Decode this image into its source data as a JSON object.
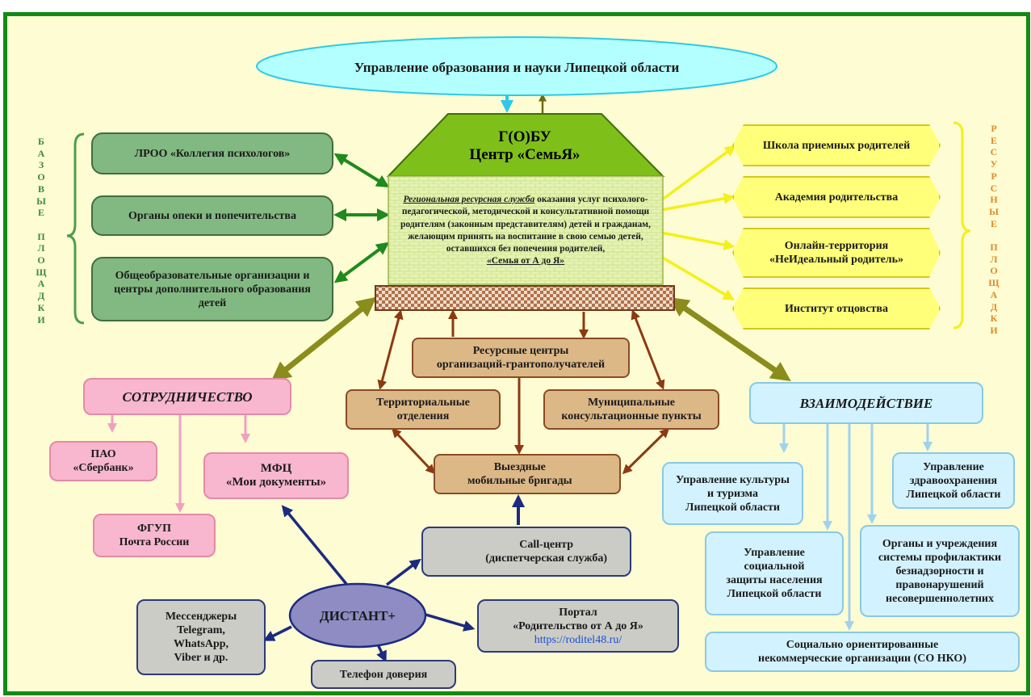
{
  "header": {
    "title": "Управление образования и науки Липецкой области"
  },
  "center": {
    "roof_title": "Г(О)БУ\nЦентр «СемьЯ»",
    "wall_underlined": "Региональная ресурсная служба",
    "wall_text": " оказания услуг психолого-педагогической, методической и консультативной помощи родителям (законным представителям) детей и гражданам, желающим принять на воспитание в свою семью детей, оставшихся без попечения родителей,",
    "wall_name": "«Семья от А до Я»"
  },
  "left_label": "Б\nА\nЗ\nО\nВ\nЫ\nЕ\n \nП\nЛ\nО\nЩ\nА\nД\nК\nИ",
  "right_label": "Р\nЕ\nС\nУ\nР\nС\nН\nЫ\nЕ\n \nП\nЛ\nО\nЩ\nА\nД\nК\nИ",
  "left_boxes": [
    "ЛРОО «Коллегия психологов»",
    "Органы опеки и попечительства",
    "Общеобразовательные организации и\nцентры дополнительного образования\nдетей"
  ],
  "right_boxes": [
    "Школа приемных родителей",
    "Академия родительства",
    "Онлайн-территория\n«НеИдеальный родитель»",
    "Институт отцовства"
  ],
  "middle": {
    "resource": "Ресурсные центры\nорганизаций-грантополучателей",
    "territorial": "Территориальные\nотделения",
    "municipal": "Муниципальные\nконсультационные пункты",
    "mobile": "Выездные\nмобильные бригады"
  },
  "cooperation": {
    "title": "СОТРУДНИЧЕСТВО",
    "sberbank": "ПАО\n«Сбербанк»",
    "mfc": "МФЦ\n«Мои документы»",
    "post": "ФГУП\nПочта России"
  },
  "interaction": {
    "title": "ВЗАИМОДЕЙСТВИЕ",
    "culture": "Управление культуры\nи туризма\nЛипецкой области",
    "health": "Управление\nздравоохранения\nЛипецкой области",
    "social": "Управление\nсоциальной\nзащиты населения\nЛипецкой области",
    "prevention": "Органы и учреждения\nсистемы профилактики\nбезнадзорности и\nправонарушений\nнесовершеннолетних",
    "nko": "Социально ориентированные\nнекоммерческие организации (СО НКО)"
  },
  "distant": {
    "title": "ДИСТАНТ+",
    "callcenter": "Call-центр\n(диспетчерская служба)",
    "messengers": "Мессенджеры\nTelegram,\nWhatsApp,\nViber и др.",
    "portal": "Портал\n«Родительство от А до Я»",
    "portal_link": "https://roditel48.ru/",
    "hotline": "Телефон доверия"
  },
  "colors": {
    "frame": "#138a13",
    "background": "#fefcd2",
    "green_box": "#82b982",
    "yellow_box": "#ffff7a",
    "tan_box": "#ddb887",
    "pink_box": "#f8b7ce",
    "blue_box": "#d3f2ff",
    "gray_box": "#cbccc6",
    "oval": "#b3ffff",
    "roof": "#7fbf1a",
    "wall": "#dff0a8",
    "distant_oval": "#8e8cc2"
  },
  "icons": [
    "car-icon",
    "telephone-icon"
  ]
}
